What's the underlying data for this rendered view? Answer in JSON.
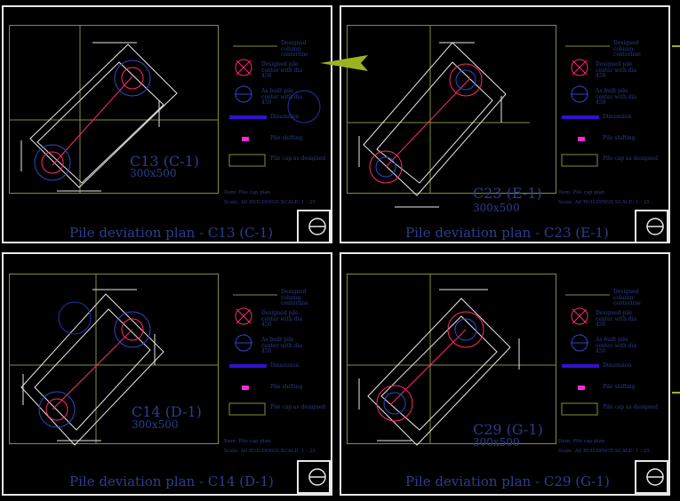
{
  "sheets": [
    {
      "title": "Pile deviation plan - C13 (C-1)",
      "label": "C13 (C-1)",
      "size": "300x500"
    },
    {
      "title": "Pile deviation plan - C23 (E-1)",
      "label": "C23 (E-1)",
      "size": "300x500"
    },
    {
      "title": "Pile deviation plan - C14 (D-1)",
      "label": "C14 (D-1)",
      "size": "300x500"
    },
    {
      "title": "Pile deviation plan - C29 (G-1)",
      "label": "C29 (G-1)",
      "size": "300x500"
    }
  ],
  "legend": {
    "centerline": "Designed column centerline",
    "pile_xmark": "Designed pile center with dia 450",
    "pile_built": "As built pile center with dia 450",
    "dimension": "Dimension",
    "shifting": "Pile shifting",
    "cap": "Pile cap as designed"
  },
  "scale": {
    "line1": "Item: Pile cap plan",
    "line2": "Scale: All BUILDINGS SCALE: 1 : 25"
  },
  "colors": {
    "frame": "#7f8f3c",
    "text": "#2b3d8f",
    "dim": "#ffffff",
    "cap": "#ff2a6d",
    "pile": "#2233aa",
    "arrow": "#9bb320"
  }
}
